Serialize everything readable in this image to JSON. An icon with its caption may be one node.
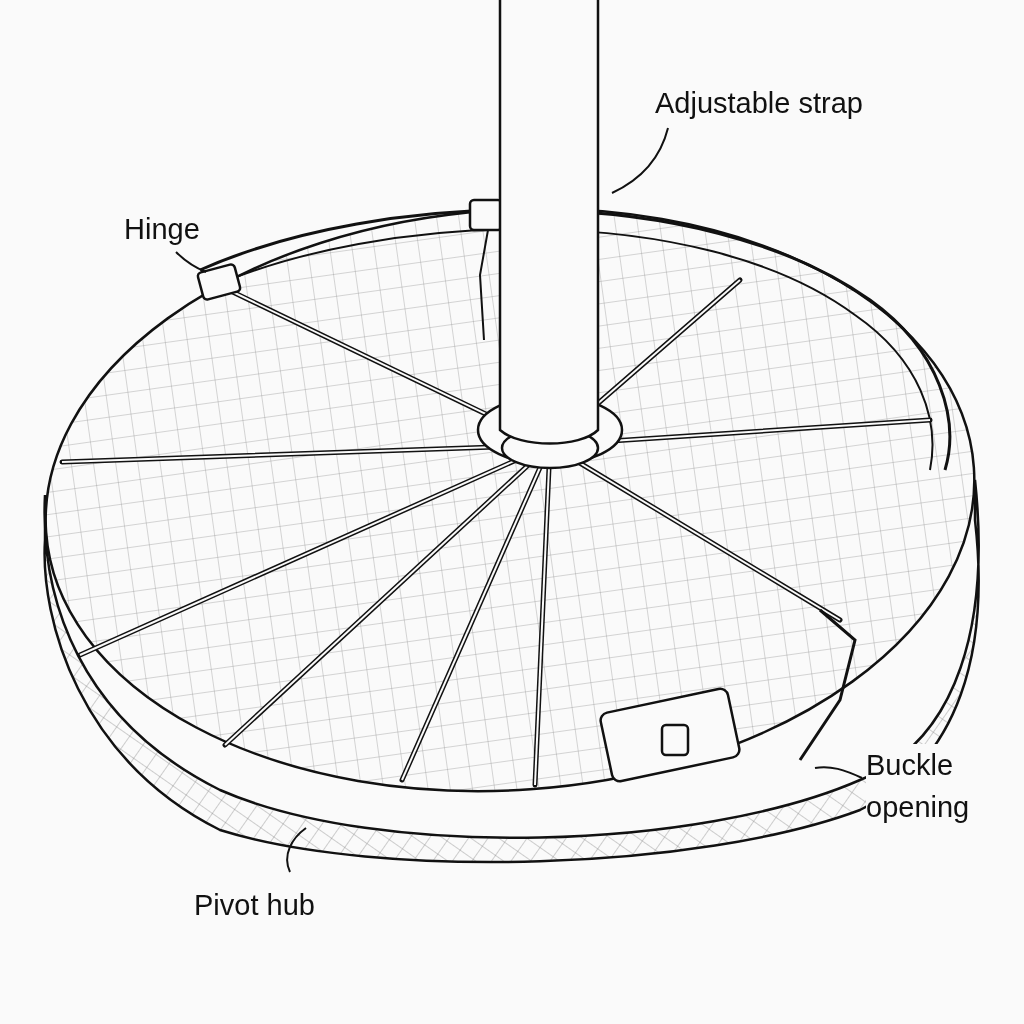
{
  "diagram": {
    "nodes": [
      {
        "text": [
          "Adjustable strap"
        ]
      },
      {
        "text": [
          "Hinge"
        ]
      },
      {
        "text": [
          "Buckle opening"
        ]
      },
      {
        "text": [
          "Pivot hub"
        ]
      }
    ],
    "edges": [
      {
        "from": 0,
        "to": null,
        "arrow": "none"
      },
      {
        "from": 1,
        "to": null,
        "arrow": "none"
      },
      {
        "from": 2,
        "to": null,
        "arrow": "none"
      },
      {
        "from": 3,
        "to": null,
        "arrow": "none"
      }
    ]
  }
}
